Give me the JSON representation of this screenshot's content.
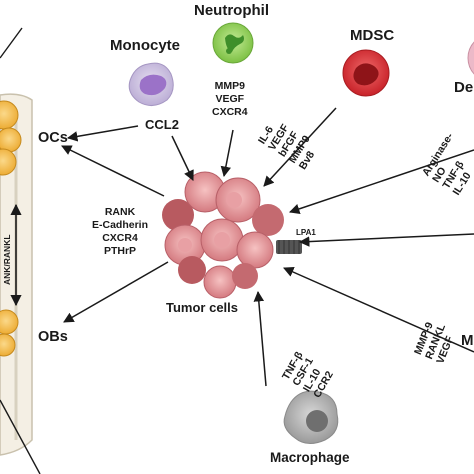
{
  "cells": {
    "neutrophil": {
      "title": "Neutrophil",
      "factors": [
        "MMP9",
        "VEGF",
        "CXCR4"
      ]
    },
    "monocyte": {
      "title": "Monocyte",
      "factors": [
        "CCL2"
      ]
    },
    "mdsc": {
      "title": "MDSC",
      "factors": [
        "IL-6",
        "VEGF",
        "bFGF",
        "MMP9",
        "Bv8"
      ]
    },
    "dendritic": {
      "title_partial": "De",
      "factors": [
        "Arginase-",
        "NO",
        "TNF-β",
        "IL-10"
      ]
    },
    "macrophage": {
      "title": "Macrophage",
      "factors": [
        "TNF-β",
        "CSF-1",
        "IL-10",
        "CCR2"
      ]
    },
    "right_lower": {
      "factors": [
        "MMP-9",
        "RANKL",
        "VEGF"
      ],
      "title_partial": "M"
    },
    "tumor": {
      "title": "Tumor cells",
      "receptor_label": "LPA1"
    }
  },
  "bone": {
    "ocs_label": "OCs",
    "obs_label": "OBs",
    "opg_label": "ANK/RANKL",
    "tumor_to_bone_factors": [
      "RANK",
      "E-Cadherin",
      "CXCR4",
      "PTHrP"
    ]
  },
  "colors": {
    "neutrophil": "#8fcf5a",
    "monocyte": "#9b72c8",
    "mdsc": "#d8343a",
    "macrophage": "#a3a3a3",
    "tumor": "#d9868a",
    "bone_cells": "#f3b63a"
  }
}
